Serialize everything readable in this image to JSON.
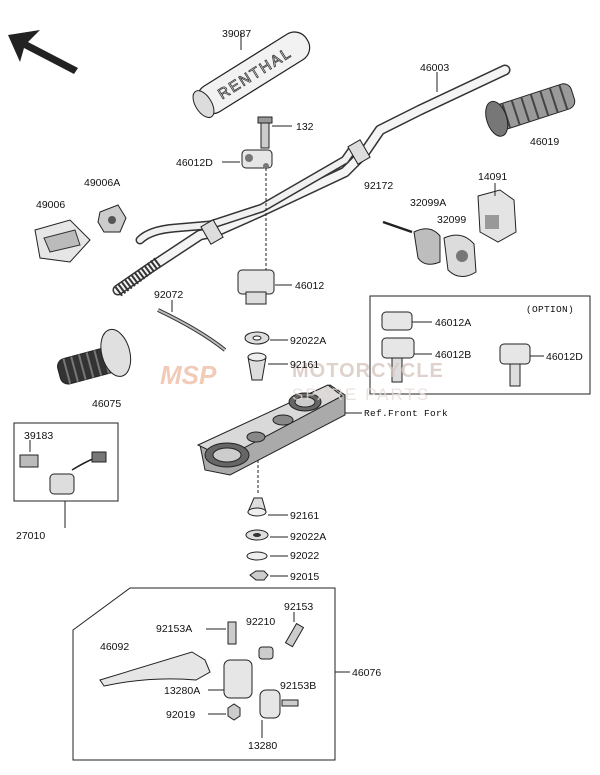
{
  "parts": {
    "p39087": "39087",
    "p46003": "46003",
    "p132": "132",
    "p46012D": "46012D",
    "p46019": "46019",
    "p14091": "14091",
    "p92172": "92172",
    "p32099A": "32099A",
    "p32099": "32099",
    "p49006": "49006",
    "p49006A": "49006A",
    "p46012": "46012",
    "p92072": "92072",
    "p92022A_top": "92022A",
    "p92161_top": "92161",
    "p46075": "46075",
    "p39183": "39183",
    "p27010": "27010",
    "p92161_bot": "92161",
    "p92022A_bot": "92022A",
    "p92022": "92022",
    "p92015": "92015",
    "p92153A": "92153A",
    "p92210": "92210",
    "p92153": "92153",
    "p46092": "46092",
    "p13280A": "13280A",
    "p92153B": "92153B",
    "p92019": "92019",
    "p13280": "13280",
    "p46076": "46076"
  },
  "option_box": {
    "title": "(OPTION)",
    "p46012A": "46012A",
    "p46012B": "46012B",
    "p46012D": "46012D"
  },
  "ref_text": "Ref.Front Fork",
  "grip_text": "RENTHAL",
  "watermark": {
    "logo": "MSP",
    "line1": "MOTORCYCLE",
    "line2": "SPARE PARTS"
  }
}
